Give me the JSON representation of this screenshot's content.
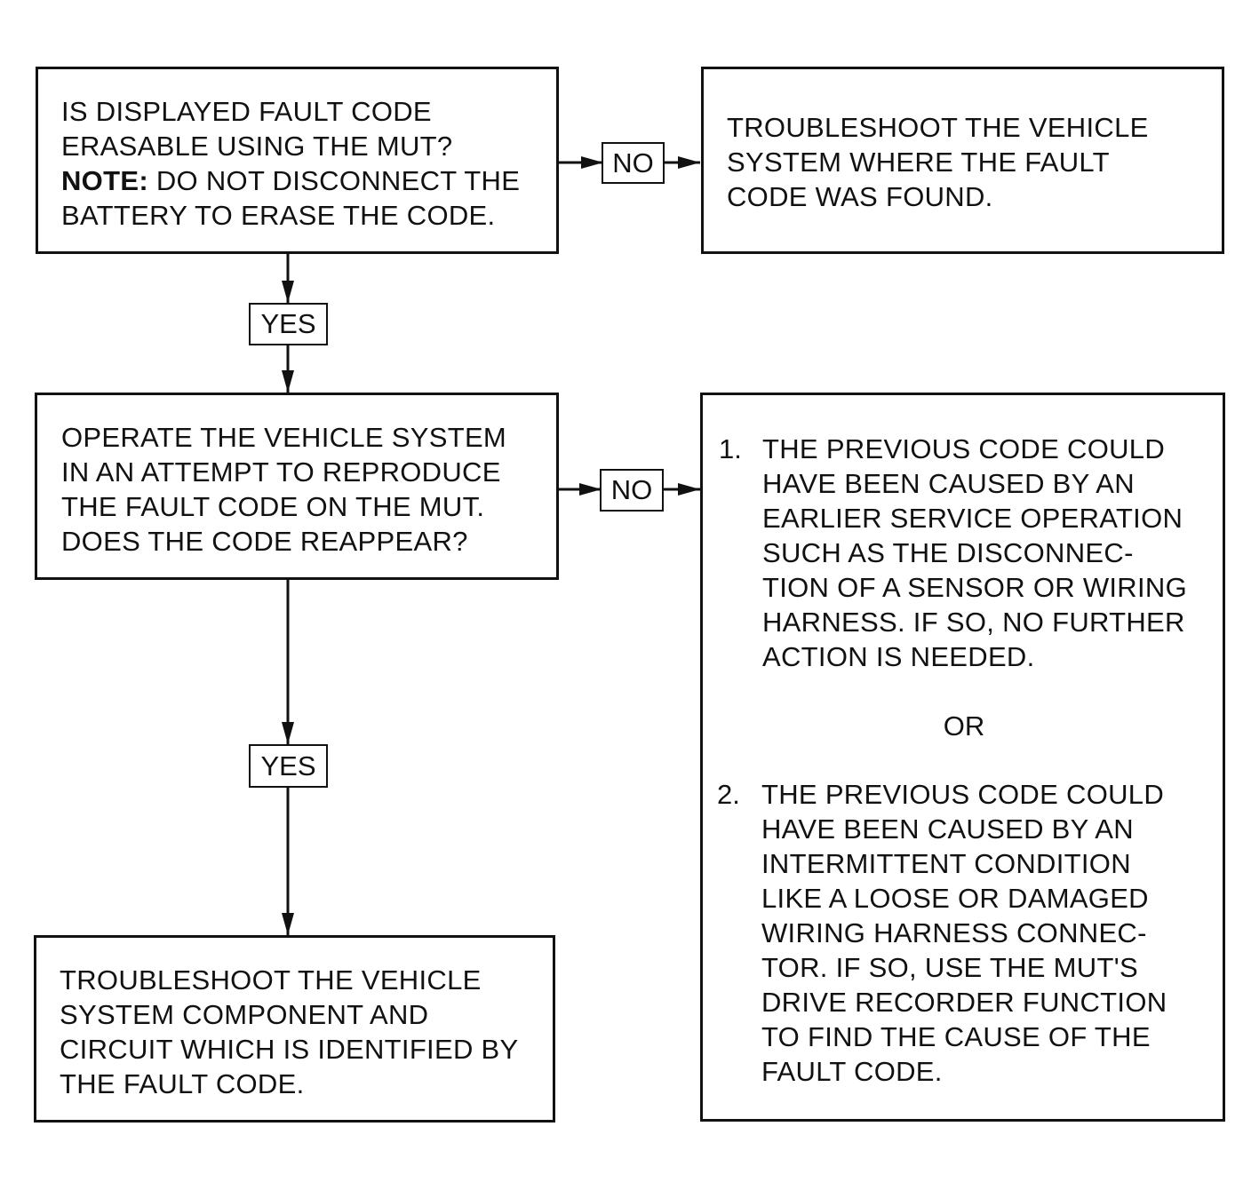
{
  "question_box_1": {
    "lines": [
      "IS DISPLAYED FAULT CODE",
      "ERASABLE USING THE MUT?"
    ],
    "note_label": "NOTE:",
    "note_text": "DO NOT DISCONNECT THE",
    "note_line_2": "BATTERY TO ERASE THE CODE."
  },
  "result_box_1": {
    "lines": [
      "TROUBLESHOOT THE VEHICLE",
      "SYSTEM WHERE THE FAULT",
      "CODE WAS FOUND."
    ]
  },
  "question_box_2": {
    "lines": [
      "OPERATE THE VEHICLE SYSTEM",
      "IN AN ATTEMPT TO REPRODUCE",
      "THE FAULT CODE ON THE MUT.",
      "DOES THE CODE REAPPEAR?"
    ]
  },
  "result_box_2": {
    "item_1": {
      "number": "1.",
      "lines": [
        "THE PREVIOUS CODE COULD",
        "HAVE BEEN CAUSED BY AN",
        "EARLIER SERVICE OPERATION",
        "SUCH AS THE DISCONNEC-",
        "TION OF A SENSOR OR WIRING",
        "HARNESS. IF SO, NO FURTHER",
        "ACTION IS NEEDED."
      ]
    },
    "or_text": "OR",
    "item_2": {
      "number": "2.",
      "lines": [
        "THE PREVIOUS CODE COULD",
        "HAVE BEEN CAUSED BY AN",
        "INTERMITTENT CONDITION",
        "LIKE A LOOSE OR DAMAGED",
        "WIRING HARNESS CONNEC-",
        "TOR. IF SO, USE THE MUT'S",
        "DRIVE RECORDER FUNCTION",
        "TO FIND THE CAUSE OF THE",
        "FAULT CODE."
      ]
    }
  },
  "result_box_3": {
    "lines": [
      "TROUBLESHOOT THE VEHICLE",
      "SYSTEM COMPONENT AND",
      "CIRCUIT WHICH IS IDENTIFIED BY",
      "THE FAULT  CODE."
    ]
  },
  "labels": {
    "no_1": "NO",
    "yes_1": "YES",
    "no_2": "NO",
    "yes_2": "YES"
  }
}
